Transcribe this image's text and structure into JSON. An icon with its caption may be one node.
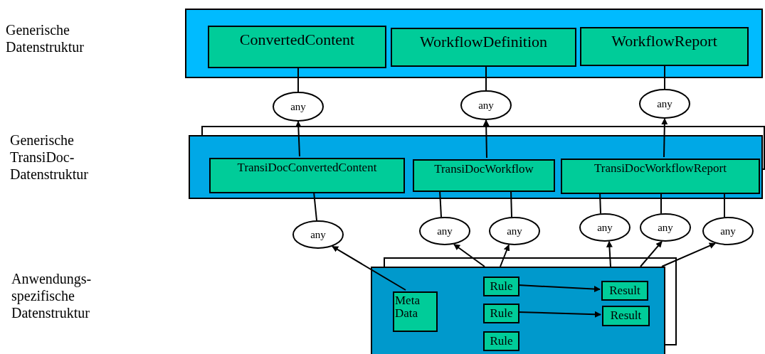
{
  "diagram": {
    "nodes": [
      {
        "text": [],
        "shape": "box"
      },
      {
        "text": [
          "ConvertedContent"
        ],
        "in": 0
      },
      {
        "text": [
          "WorkflowDefinition"
        ],
        "in": 0
      },
      {
        "text": [
          "WorkflowReport"
        ],
        "in": 0
      },
      {
        "text": [
          "any"
        ]
      },
      {
        "text": [
          "any"
        ]
      },
      {
        "text": [
          "any"
        ]
      },
      {
        "text": [],
        "shape": "box"
      },
      {
        "text": [
          "TransiDocConvertedContent"
        ],
        "in": 7
      },
      {
        "text": [
          "TransiDocWorkflow"
        ],
        "in": 7
      },
      {
        "text": [
          "TransiDocWorkflowReport"
        ],
        "in": 7
      },
      {
        "text": [
          "any"
        ]
      },
      {
        "text": [
          "any"
        ]
      },
      {
        "text": [
          "any"
        ]
      },
      {
        "text": [
          "any"
        ]
      },
      {
        "text": [
          "any"
        ]
      },
      {
        "text": [
          "any"
        ]
      },
      {
        "text": [],
        "shape": "box"
      },
      {
        "text": [
          "Meta Data"
        ],
        "in": 17
      },
      {
        "text": [
          "Rule"
        ],
        "in": 17
      },
      {
        "text": [
          "Rule"
        ],
        "in": 17
      },
      {
        "text": [
          "Rule"
        ],
        "in": 17
      },
      {
        "text": [
          "Result"
        ],
        "in": 17
      },
      {
        "text": [
          "Result"
        ],
        "in": 17
      }
    ],
    "edges": [
      {
        "from": 1,
        "to": 4,
        "arrow": "none"
      },
      {
        "from": 2,
        "to": 5,
        "arrow": "none"
      },
      {
        "from": 3,
        "to": 6,
        "arrow": "none"
      },
      {
        "from": 8,
        "to": 4,
        "arrow": "to"
      },
      {
        "from": 9,
        "to": 5,
        "arrow": "to"
      },
      {
        "from": 10,
        "to": 6,
        "arrow": "to"
      },
      {
        "from": 8,
        "to": 11,
        "arrow": "none"
      },
      {
        "from": 9,
        "to": 12,
        "arrow": "none"
      },
      {
        "from": 9,
        "to": 13,
        "arrow": "none"
      },
      {
        "from": 10,
        "to": 14,
        "arrow": "none"
      },
      {
        "from": 10,
        "to": 15,
        "arrow": "none"
      },
      {
        "from": 10,
        "to": 16,
        "arrow": "none"
      },
      {
        "from": 18,
        "to": 11,
        "arrow": "to"
      },
      {
        "from": 17,
        "to": 12,
        "arrow": "to"
      },
      {
        "from": 17,
        "to": 13,
        "arrow": "to"
      },
      {
        "from": 17,
        "to": 14,
        "arrow": "to"
      },
      {
        "from": 17,
        "to": 15,
        "arrow": "to"
      },
      {
        "from": 17,
        "to": 16,
        "arrow": "to"
      },
      {
        "from": 19,
        "to": 22,
        "arrow": "to"
      },
      {
        "from": 20,
        "to": 23,
        "arrow": "to"
      }
    ],
    "labels": [
      "Generische Datenstruktur",
      "Generische TransiDoc- Datenstruktur",
      "Anwendungs- spezifische Datenstruktur"
    ]
  }
}
